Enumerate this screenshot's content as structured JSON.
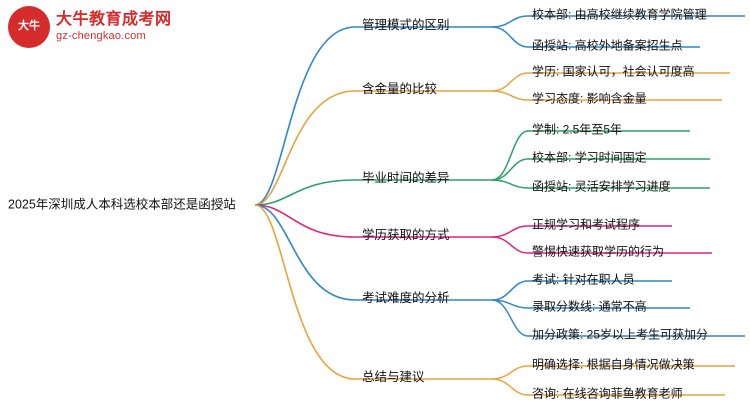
{
  "logo": {
    "mark_text": "大牛",
    "title": "大牛教育成考网",
    "subtitle": "gz-chengkao.com"
  },
  "mindmap": {
    "root": "2025年深圳成人本科选校本部还是函授站",
    "branches": [
      {
        "label": "管理模式的区别",
        "color": "#2e86c8",
        "leaves": [
          "校本部: 由高校继续教育学院管理",
          "函授站: 高校外地备案招生点"
        ]
      },
      {
        "label": "含金量的比较",
        "color": "#e8a33d",
        "leaves": [
          "学历: 国家认可，社会认可度高",
          "学习态度: 影响含金量"
        ]
      },
      {
        "label": "毕业时间的差异",
        "color": "#2aa06a",
        "leaves": [
          "学制: 2.5年至5年",
          "校本部: 学习时间固定",
          "函授站: 灵活安排学习进度"
        ]
      },
      {
        "label": "学历获取的方式",
        "color": "#e0247e",
        "leaves": [
          "正规学习和考试程序",
          "警惕快速获取学历的行为"
        ]
      },
      {
        "label": "考试难度的分析",
        "color": "#2e86c8",
        "leaves": [
          "考试: 针对在职人员",
          "录取分数线: 通常不高",
          "加分政策: 25岁以上考生可获加分"
        ]
      },
      {
        "label": "总结与建议",
        "color": "#e8a33d",
        "leaves": [
          "明确选择: 根据自身情况做决策",
          "咨询: 在线咨询菲鱼教育老师"
        ]
      }
    ]
  }
}
